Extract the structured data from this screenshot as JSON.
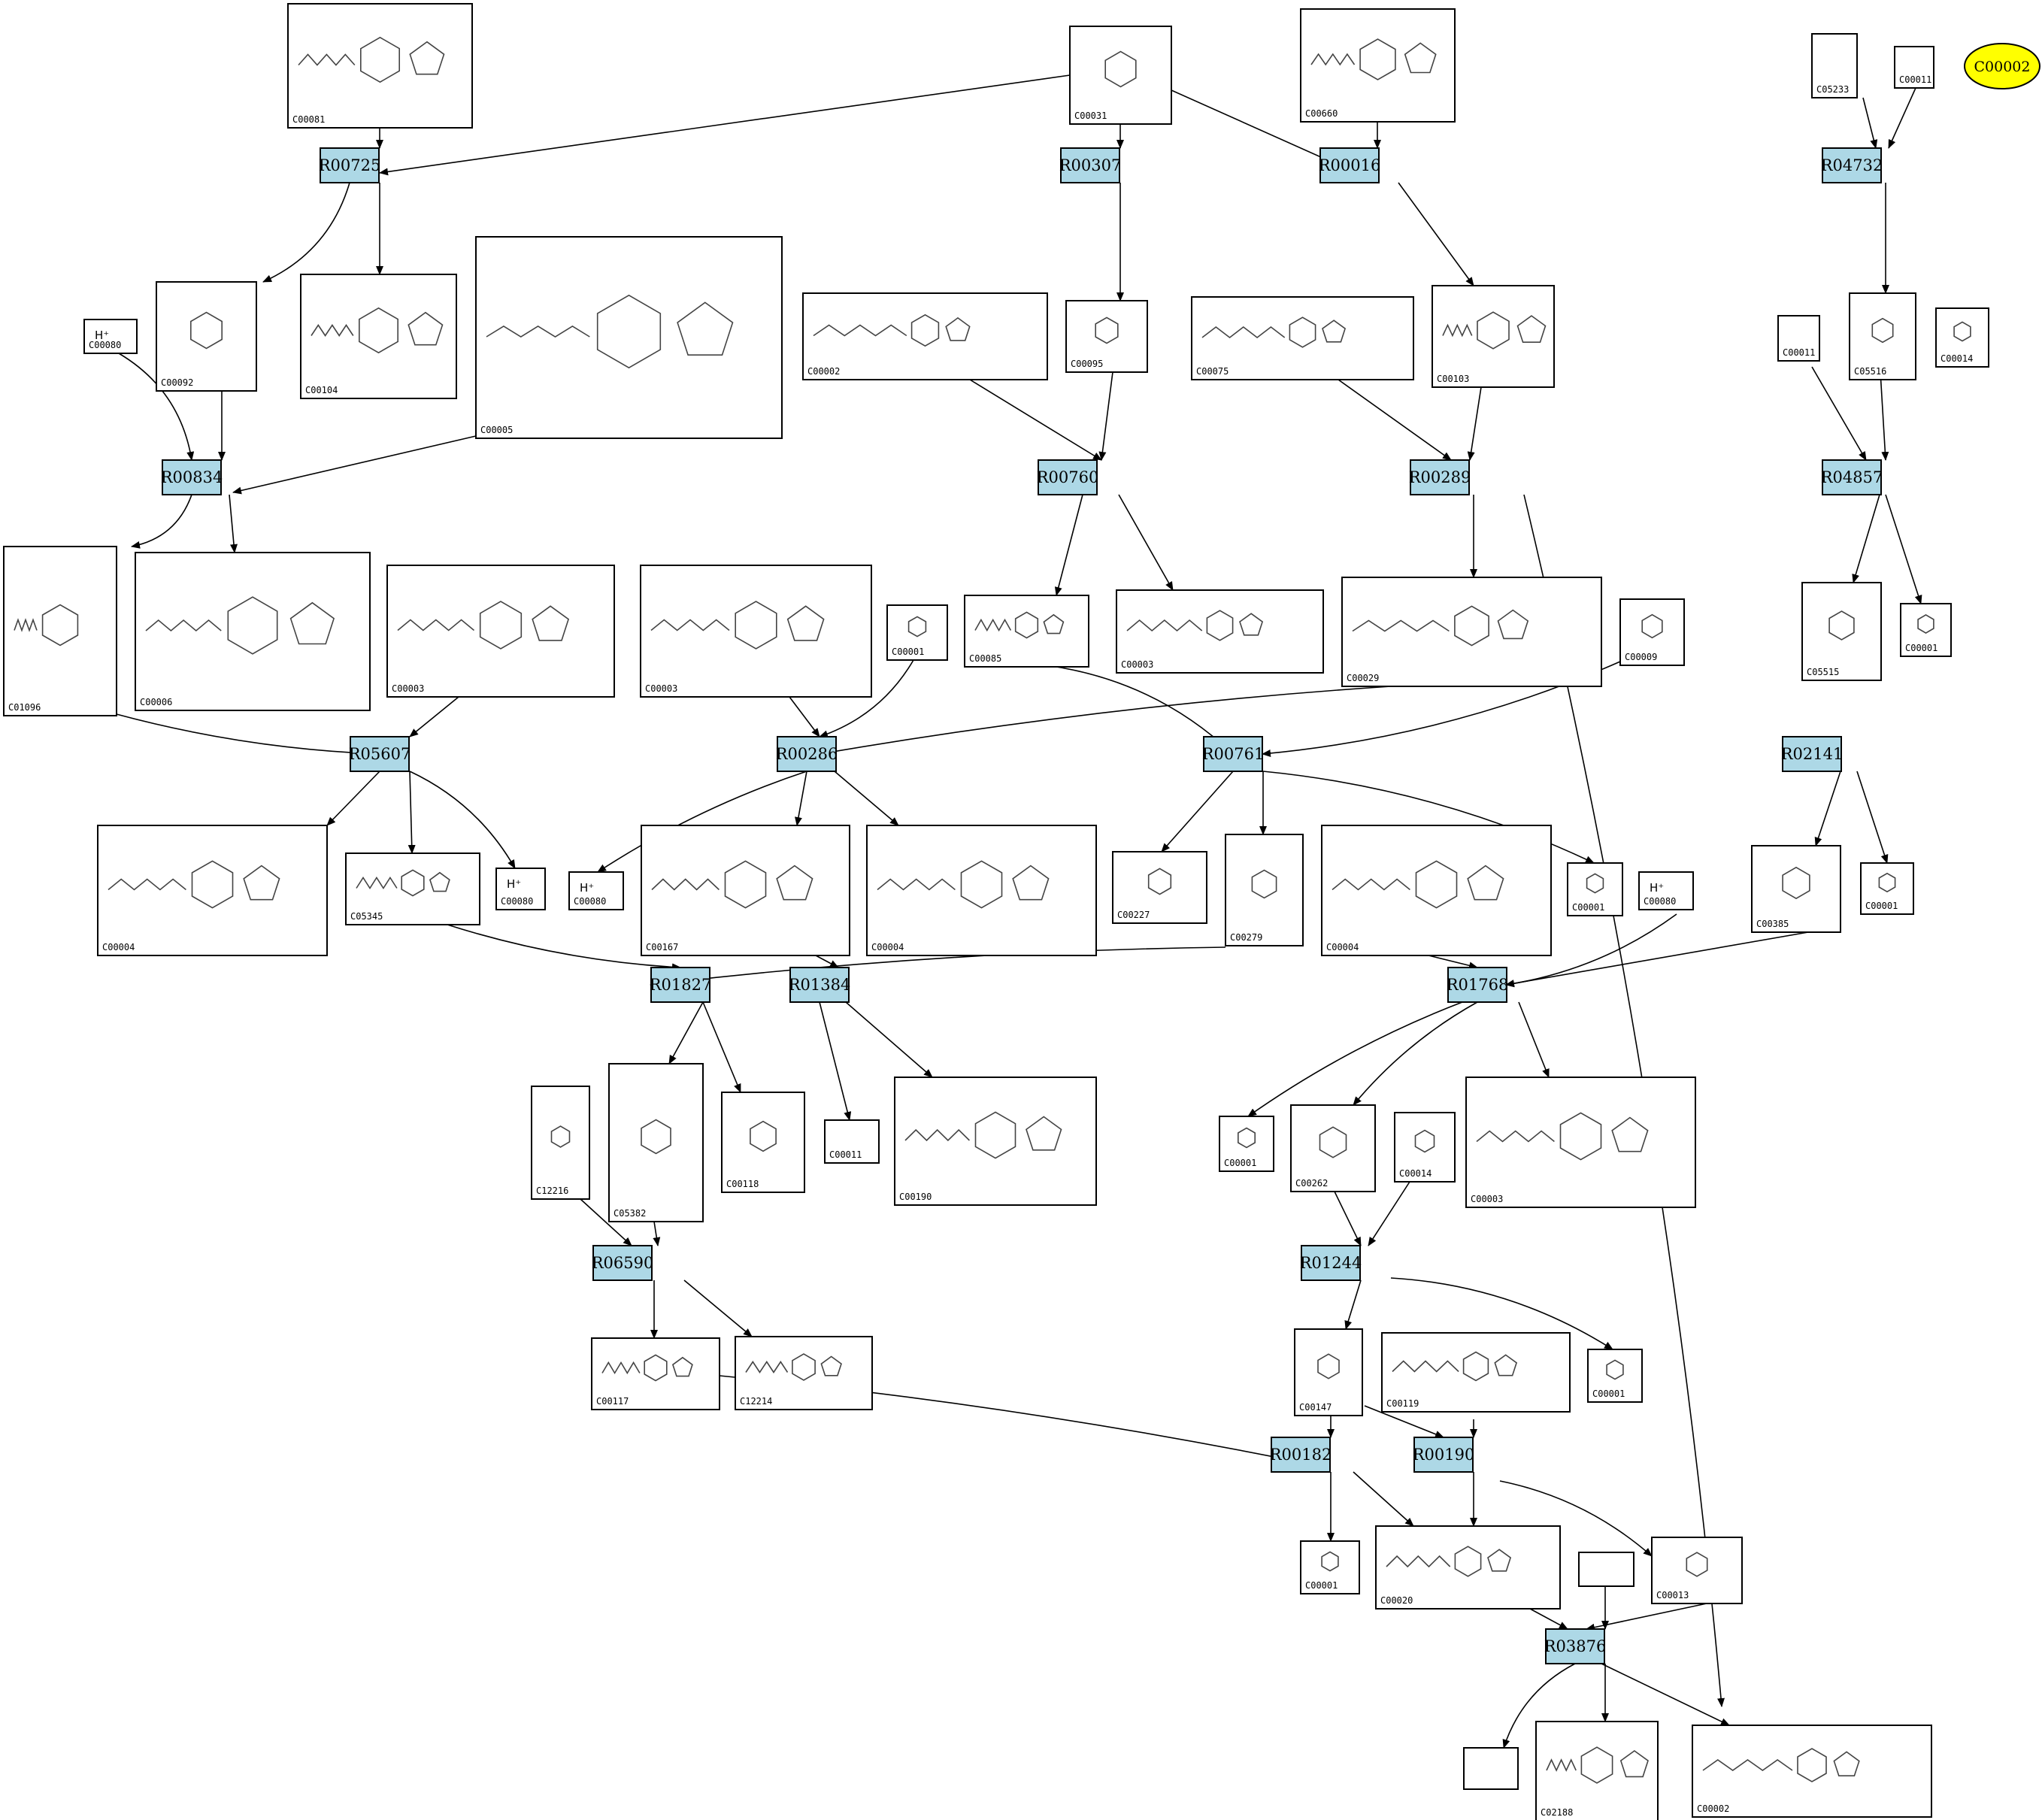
{
  "highlight": {
    "id": "C00002",
    "color": "#ffff00"
  },
  "reaction_color": "#add8e6",
  "reactions": [
    "R00725",
    "R00307",
    "R00016",
    "R04732",
    "R00834",
    "R00760",
    "R00289",
    "R04857",
    "R05607",
    "R00286",
    "R00761",
    "R02141",
    "R01827",
    "R01384",
    "R01768",
    "R06590",
    "R01244",
    "R00182",
    "R00190",
    "R03876"
  ],
  "compounds": [
    {
      "id": "C00081",
      "label": ""
    },
    {
      "id": "C00031",
      "label": ""
    },
    {
      "id": "C00660",
      "label": ""
    },
    {
      "id": "C05233",
      "label": ""
    },
    {
      "id": "C00011",
      "label": ""
    },
    {
      "id": "C00092",
      "label": ""
    },
    {
      "id": "C00104",
      "label": ""
    },
    {
      "id": "C00005",
      "label": ""
    },
    {
      "id": "C00080",
      "label": "H⁺"
    },
    {
      "id": "C00002",
      "label": ""
    },
    {
      "id": "C00095",
      "label": ""
    },
    {
      "id": "C00075",
      "label": ""
    },
    {
      "id": "C00103",
      "label": ""
    },
    {
      "id": "C00011",
      "label": ""
    },
    {
      "id": "C05516",
      "label": ""
    },
    {
      "id": "C00014",
      "label": ""
    },
    {
      "id": "C01096",
      "label": ""
    },
    {
      "id": "C00006",
      "label": ""
    },
    {
      "id": "C00003",
      "label": ""
    },
    {
      "id": "C00003",
      "label": ""
    },
    {
      "id": "C00001",
      "label": ""
    },
    {
      "id": "C00085",
      "label": ""
    },
    {
      "id": "C00003",
      "label": ""
    },
    {
      "id": "C00029",
      "label": ""
    },
    {
      "id": "C00009",
      "label": ""
    },
    {
      "id": "C05515",
      "label": ""
    },
    {
      "id": "C00001",
      "label": ""
    },
    {
      "id": "C00004",
      "label": ""
    },
    {
      "id": "C05345",
      "label": ""
    },
    {
      "id": "C00080",
      "label": "H⁺"
    },
    {
      "id": "C00080",
      "label": "H⁺"
    },
    {
      "id": "C00167",
      "label": ""
    },
    {
      "id": "C00004",
      "label": ""
    },
    {
      "id": "C00227",
      "label": ""
    },
    {
      "id": "C00279",
      "label": ""
    },
    {
      "id": "C00001",
      "label": ""
    },
    {
      "id": "C00004",
      "label": ""
    },
    {
      "id": "C00080",
      "label": "H⁺"
    },
    {
      "id": "C00385",
      "label": ""
    },
    {
      "id": "C00001",
      "label": ""
    },
    {
      "id": "C12216",
      "label": ""
    },
    {
      "id": "C05382",
      "label": ""
    },
    {
      "id": "C00118",
      "label": ""
    },
    {
      "id": "C00011",
      "label": ""
    },
    {
      "id": "C00190",
      "label": ""
    },
    {
      "id": "C00001",
      "label": ""
    },
    {
      "id": "C00262",
      "label": ""
    },
    {
      "id": "C00014",
      "label": ""
    },
    {
      "id": "C00003",
      "label": ""
    },
    {
      "id": "C00117",
      "label": ""
    },
    {
      "id": "C12214",
      "label": ""
    },
    {
      "id": "C00147",
      "label": ""
    },
    {
      "id": "C00119",
      "label": ""
    },
    {
      "id": "C00001",
      "label": ""
    },
    {
      "id": "C00001",
      "label": ""
    },
    {
      "id": "C00020",
      "label": ""
    },
    {
      "id": "C00013",
      "label": ""
    },
    {
      "id": "C02188",
      "label": ""
    },
    {
      "id": "C00002",
      "label": ""
    },
    {
      "id": "",
      "label": ""
    },
    {
      "id": "",
      "label": ""
    }
  ]
}
